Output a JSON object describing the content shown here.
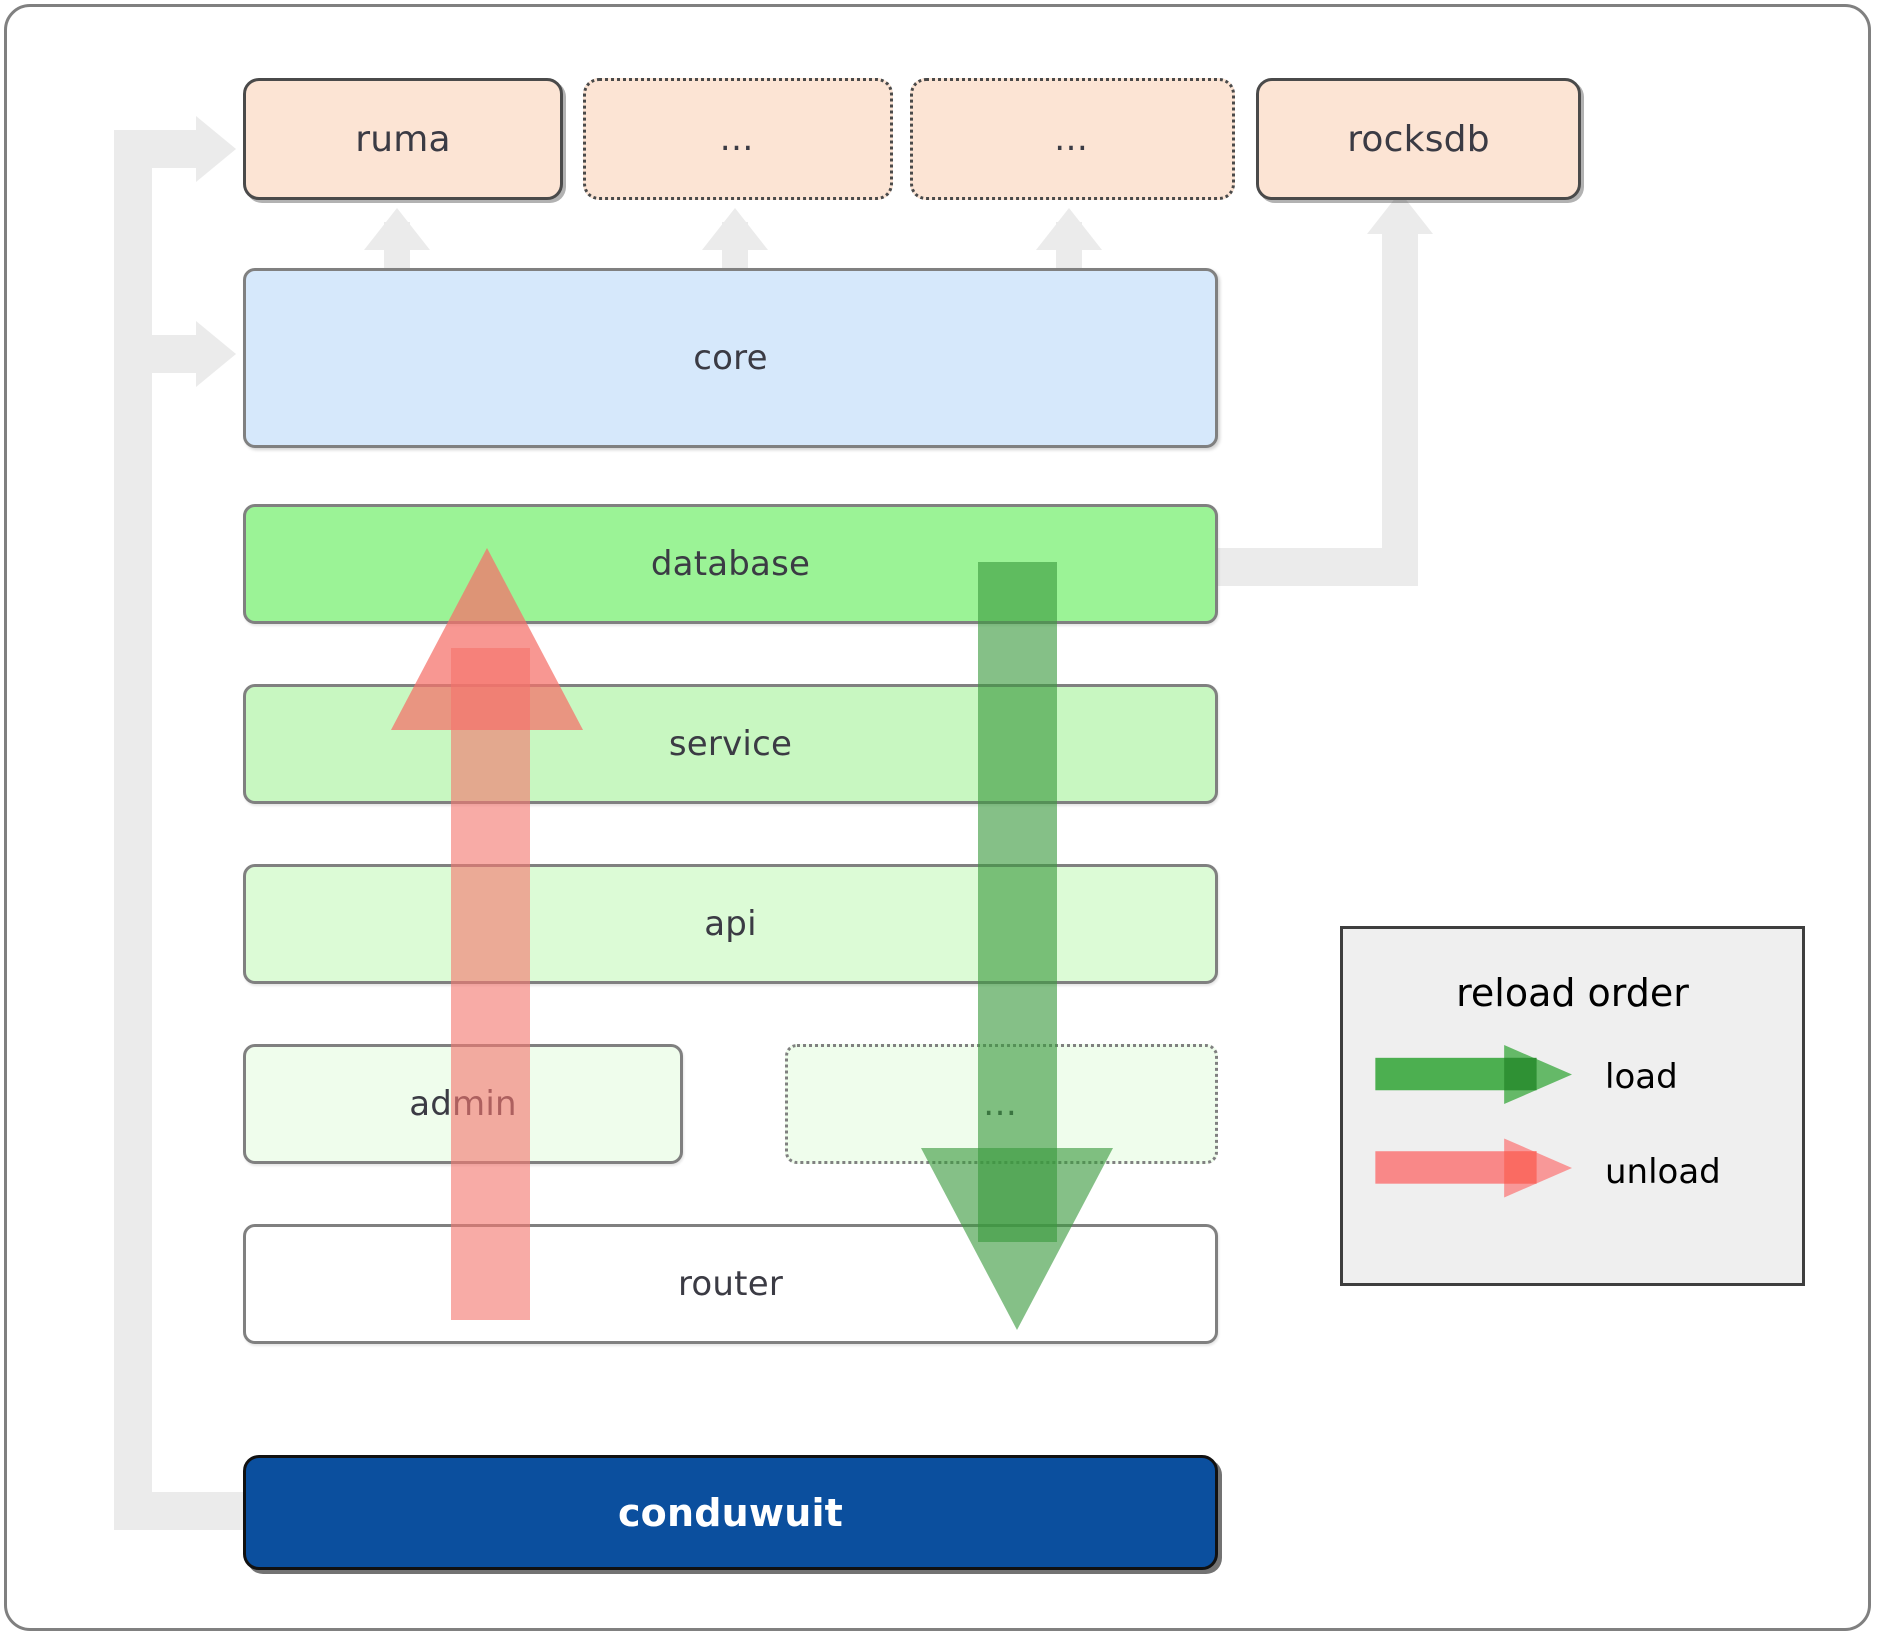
{
  "diagram": {
    "title": "conduwuit crate dependency and reload order diagram",
    "dependencies": [
      {
        "id": "ruma",
        "label": "ruma",
        "style": "solid"
      },
      {
        "id": "dep2",
        "label": "…",
        "style": "dotted"
      },
      {
        "id": "dep3",
        "label": "…",
        "style": "dotted"
      },
      {
        "id": "rocksdb",
        "label": "rocksdb",
        "style": "solid"
      }
    ],
    "core": {
      "id": "core",
      "label": "core"
    },
    "layers": [
      {
        "id": "database",
        "label": "database",
        "style": "solid",
        "color": "#9bf396"
      },
      {
        "id": "service",
        "label": "service",
        "style": "solid",
        "color": "#c8f7c1"
      },
      {
        "id": "api",
        "label": "api",
        "style": "solid",
        "color": "#dcfbd6"
      },
      {
        "id": "admin",
        "label": "admin",
        "style": "solid",
        "color": "#effdec"
      },
      {
        "id": "more",
        "label": "…",
        "style": "dotted",
        "color": "#effdec"
      },
      {
        "id": "router",
        "label": "router",
        "style": "solid",
        "color": "#ffffff"
      }
    ],
    "app": {
      "id": "conduwuit",
      "label": "conduwuit"
    },
    "legend": {
      "title": "reload order",
      "items": [
        {
          "id": "load",
          "label": "load",
          "color": "#4caf50"
        },
        {
          "id": "unload",
          "label": "unload",
          "color": "#f98888"
        }
      ]
    },
    "colors": {
      "dependency_fill": "#fce4d4",
      "core_fill": "#d6e8fb",
      "app_fill": "#0b4f9e",
      "load_arrow": "#4caf50",
      "unload_arrow": "#f98888",
      "connector": "#ebebeb",
      "frame_border": "#808080"
    }
  }
}
